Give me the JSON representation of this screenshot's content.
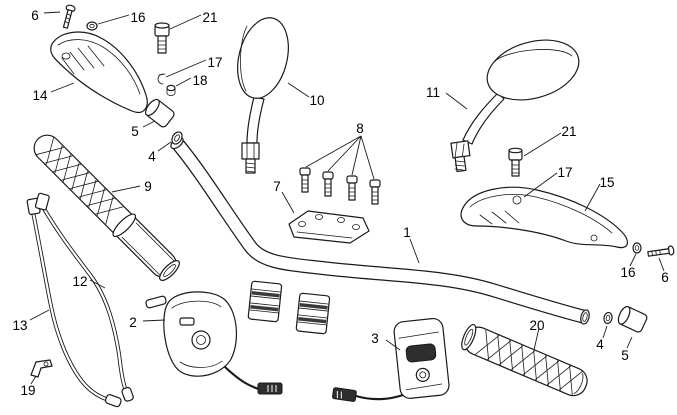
{
  "diagram": {
    "background_color": "#ffffff",
    "line_color": "#1a1a1a",
    "labels": [
      {
        "text": "6",
        "part": "screw-left"
      },
      {
        "text": "16",
        "part": "washer-left"
      },
      {
        "text": "21",
        "part": "bolt-left"
      },
      {
        "text": "17",
        "part": "clip-left"
      },
      {
        "text": "18",
        "part": "spacer"
      },
      {
        "text": "14",
        "part": "left-handguard"
      },
      {
        "text": "10",
        "part": "left-mirror"
      },
      {
        "text": "11",
        "part": "right-mirror"
      },
      {
        "text": "5",
        "part": "bar-end-left"
      },
      {
        "text": "8",
        "part": "clamp-screws"
      },
      {
        "text": "21",
        "part": "bolt-right"
      },
      {
        "text": "4",
        "part": "ring-left"
      },
      {
        "text": "9",
        "part": "left-grip"
      },
      {
        "text": "7",
        "part": "clamp-bracket"
      },
      {
        "text": "17",
        "part": "clip-right"
      },
      {
        "text": "15",
        "part": "right-handguard"
      },
      {
        "text": "1",
        "part": "handlebar"
      },
      {
        "text": "12",
        "part": "cable-upper"
      },
      {
        "text": "16",
        "part": "washer-right"
      },
      {
        "text": "6",
        "part": "screw-right"
      },
      {
        "text": "13",
        "part": "cable-lower"
      },
      {
        "text": "2",
        "part": "left-switch-assembly"
      },
      {
        "text": "3",
        "part": "right-switch-assembly"
      },
      {
        "text": "20",
        "part": "right-grip"
      },
      {
        "text": "4",
        "part": "ring-right"
      },
      {
        "text": "5",
        "part": "bar-end-right"
      },
      {
        "text": "19",
        "part": "cable-bracket"
      }
    ]
  }
}
